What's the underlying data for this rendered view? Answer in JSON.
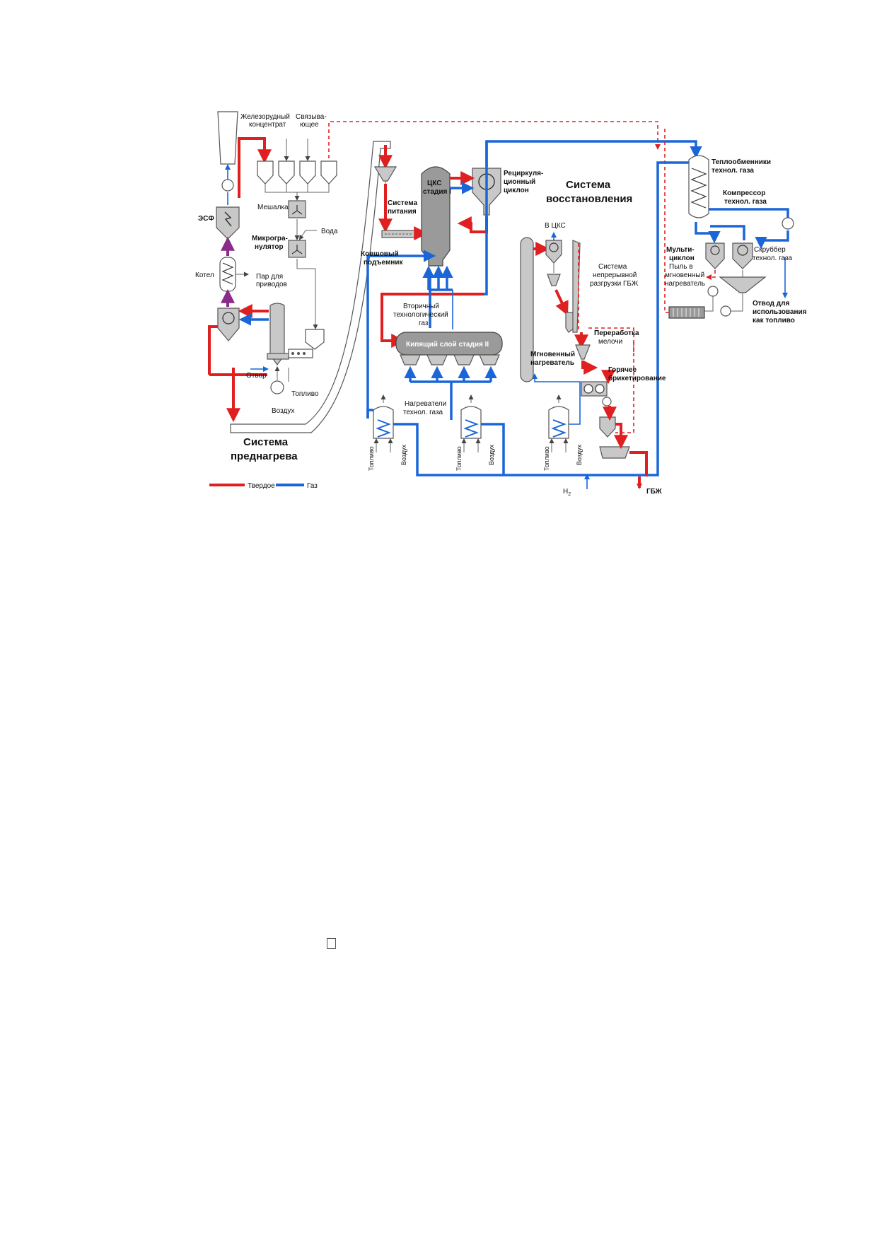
{
  "labels": {
    "iron_concentrate": [
      "Железорудный",
      "концентрат"
    ],
    "binders": [
      "Связыва-",
      "ющее"
    ],
    "mixer": "Мешалка",
    "water": "Вода",
    "micro_granulator": [
      "Микрогра-",
      "нулятор"
    ],
    "esf": "ЭСФ",
    "boiler": "Котел",
    "steam": [
      "Пар для",
      "приводов"
    ],
    "offtake_preheat": "Отвор",
    "fuel": "Топливо",
    "air": "Воздух",
    "preheat_system": [
      "Система",
      "преднагрева"
    ],
    "feed_system": [
      "Система",
      "питания"
    ],
    "bucket_elevator": [
      "Ковшовый",
      "подъемник"
    ],
    "cfb_stage1": [
      "ЦКС",
      "стадия I"
    ],
    "recirc_cyclone": [
      "Рециркуля-",
      "ционный",
      "циклон"
    ],
    "reduction_system": [
      "Система",
      "восстановления"
    ],
    "secondary_gas": [
      "Вторичный",
      "технологический",
      "газ"
    ],
    "fluid_bed_stage2": "Кипящий слой стадия II",
    "gas_heaters": [
      "Нагреватели",
      "технол. газа"
    ],
    "to_cfb": "В ЦКС",
    "continuous_discharge": [
      "Система",
      "непрерывной",
      "разгрузки ГБЖ"
    ],
    "flash_heater": [
      "Мгновенный",
      "нагреватель"
    ],
    "fines_processing": [
      "Переработка",
      "мелочи"
    ],
    "hot_briquetting": [
      "Горячее",
      "брикетирование"
    ],
    "heat_exchangers": [
      "Теплообменники",
      "технол. газа"
    ],
    "compressor": [
      "Компрессор",
      "технол. газа"
    ],
    "multicyclone": [
      "Мульти-",
      "циклон",
      "Пыль в",
      "мгновенный",
      "нагреватель"
    ],
    "scrubber": [
      "Скруббер",
      "технол. газа"
    ],
    "fuel_offtake": [
      "Отвод для",
      "использования",
      "как топливо"
    ],
    "h2": "H",
    "h2_sub": "2",
    "hbi": "ГБЖ",
    "vert_fuel": "Топливо",
    "vert_air": "Воздух"
  },
  "legend": {
    "solid": "Твердое",
    "gas": "Газ"
  },
  "colors": {
    "solid": "#e02020",
    "gas": "#1a66d9",
    "steam": "#8a2a8a"
  }
}
